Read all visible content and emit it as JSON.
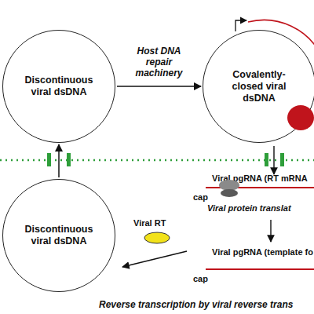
{
  "diagram": {
    "nodes": [
      {
        "text": [
          "Discontinuous viral dsDNA"
        ]
      },
      {
        "text": [
          "Covalently-closed viral dsDNA"
        ]
      },
      {
        "text": [
          "Discontinuous viral dsDNA"
        ]
      }
    ],
    "edges": [
      {
        "from": 0,
        "to": 1,
        "arrow": "to",
        "label": "Host DNA repair machinery"
      },
      {
        "from": 2,
        "to": 0,
        "arrow": "to"
      }
    ],
    "labels": [
      "Viral pgRNA (RT mRNA",
      "cap",
      "Viral protein translat",
      "Viral pgRNA (template fo",
      "cap",
      "Viral RT",
      "Reverse transcription by viral reverse trans"
    ]
  }
}
